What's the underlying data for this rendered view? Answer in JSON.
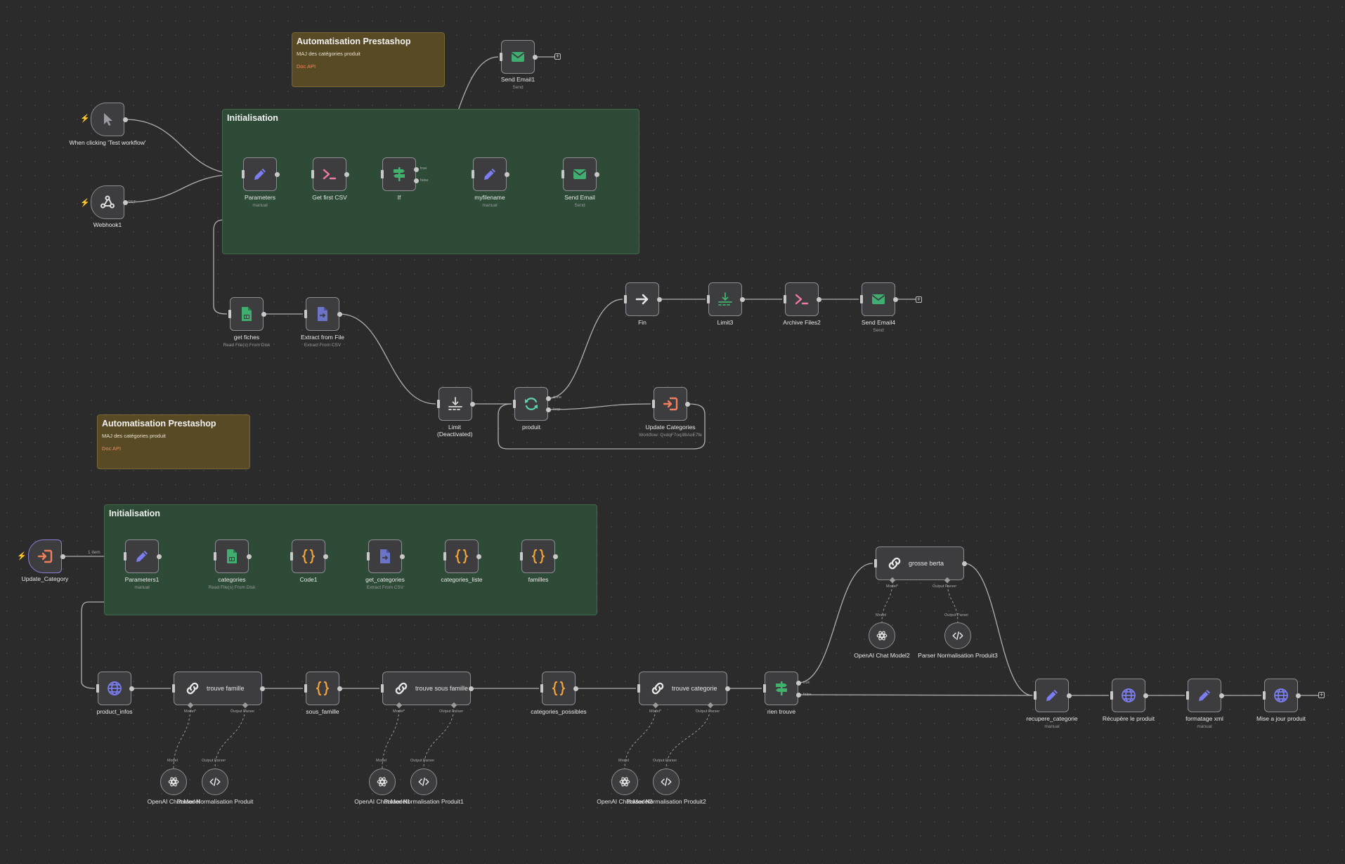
{
  "colors": {
    "canvas": "#2b2b2b",
    "sticky_yellow": "#574a25",
    "sticky_green": "#2d4b36",
    "node_bg": "#3d3d40",
    "node_border": "#8c8c92",
    "edge": "#a8a8a8",
    "accent_orange": "#f07f5a"
  },
  "stickies": [
    {
      "title": "Automatisation Prestashop",
      "text": "MAJ des catégories produit",
      "link": "Doc API"
    },
    {
      "title": "Initialisation"
    },
    {
      "title": "Automatisation Prestashop",
      "text": "MAJ des catégories produit",
      "link": "Doc API"
    },
    {
      "title": "Initialisation"
    }
  ],
  "nodes": {
    "manual_trigger": {
      "name": "When clicking 'Test workflow'",
      "icon": "cursor-icon"
    },
    "webhook1": {
      "name": "Webhook1",
      "icon": "webhook-icon",
      "port": "GET"
    },
    "parameters": {
      "name": "Parameters",
      "sub": "manual",
      "icon": "pencil-icon"
    },
    "get_first_csv": {
      "name": "Get first CSV",
      "icon": "terminal-icon"
    },
    "if": {
      "name": "If",
      "icon": "signpost-icon",
      "true_label": "true",
      "false_label": "false"
    },
    "myfilename": {
      "name": "myfilename",
      "sub": "manual",
      "icon": "pencil-icon"
    },
    "send_email": {
      "name": "Send Email",
      "sub": "Send",
      "icon": "envelope-icon"
    },
    "send_email1": {
      "name": "Send Email1",
      "sub": "Send",
      "icon": "envelope-icon"
    },
    "get_fiches": {
      "name": "get fiches",
      "sub": "Read File(s) From Disk",
      "icon": "file-read-icon"
    },
    "extract_from_file": {
      "name": "Extract from File",
      "sub": "Extract From CSV",
      "icon": "file-extract-icon"
    },
    "limit": {
      "name": "Limit (Deactivated)",
      "icon": "limit-icon"
    },
    "produit": {
      "name": "produit",
      "icon": "loop-icon",
      "done_label": "done",
      "loop_label": "loop"
    },
    "update_categories": {
      "name": "Update Categories",
      "sub": "Workflow: QxdqF7oq3BAoE7fe",
      "icon": "execute-workflow-icon"
    },
    "fin": {
      "name": "Fin",
      "icon": "arrow-right-icon"
    },
    "limit3": {
      "name": "Limit3",
      "icon": "limit-icon"
    },
    "archive_files2": {
      "name": "Archive Files2",
      "icon": "terminal-icon"
    },
    "send_email4": {
      "name": "Send Email4",
      "sub": "Send",
      "icon": "envelope-icon"
    },
    "update_category": {
      "name": "Update_Category",
      "icon": "workflow-trigger-icon",
      "edge_label": "1 item"
    },
    "parameters1": {
      "name": "Parameters1",
      "sub": "manual",
      "icon": "pencil-icon"
    },
    "categories": {
      "name": "categories",
      "sub": "Read File(s) From Disk",
      "icon": "file-read-icon"
    },
    "code1": {
      "name": "Code1",
      "icon": "code-braces-icon"
    },
    "get_categories": {
      "name": "get_categories",
      "sub": "Extract From CSV",
      "icon": "file-extract-icon"
    },
    "categories_liste": {
      "name": "categories_liste",
      "icon": "code-braces-icon"
    },
    "familles": {
      "name": "familles",
      "icon": "code-braces-icon"
    },
    "product_infos": {
      "name": "product_infos",
      "icon": "globe-icon"
    },
    "trouve_famille": {
      "name": "trouve famille",
      "icon": "chain-link-icon"
    },
    "sous_famille": {
      "name": "sous_famille",
      "icon": "code-braces-icon"
    },
    "trouve_sous_famille": {
      "name": "trouve sous famille",
      "icon": "chain-link-icon"
    },
    "categories_possibles": {
      "name": "categories_possibles",
      "icon": "code-braces-icon"
    },
    "trouve_categorie": {
      "name": "trouve categorie",
      "icon": "chain-link-icon"
    },
    "rien_trouve": {
      "name": "rien trouve",
      "icon": "signpost-icon",
      "true_label": "true",
      "false_label": "false"
    },
    "grosse_berta": {
      "name": "grosse berta",
      "icon": "chain-link-icon"
    },
    "recupere_categorie": {
      "name": "recupere_categorie",
      "sub": "manual",
      "icon": "pencil-icon"
    },
    "recupere_le_produit": {
      "name": "Récupère le produit",
      "icon": "globe-icon"
    },
    "formatage_xml": {
      "name": "formatage xml",
      "sub": "manual",
      "icon": "pencil-icon"
    },
    "mise_a_jour_produit": {
      "name": "Mise a jour produit",
      "icon": "globe-icon"
    }
  },
  "subnodes": {
    "openai_1": {
      "name": "OpenAI Chat Model",
      "icon": "openai-icon"
    },
    "parser_1": {
      "name": "Parser Normalisation Produit",
      "icon": "code-tag-icon"
    },
    "openai_2": {
      "name": "OpenAI Chat Model1",
      "icon": "openai-icon"
    },
    "parser_2": {
      "name": "Parser Normalisation Produit1",
      "icon": "code-tag-icon"
    },
    "openai_3": {
      "name": "OpenAI Chat Model3",
      "icon": "openai-icon"
    },
    "parser_3": {
      "name": "Parser Normalisation Produit2",
      "icon": "code-tag-icon"
    },
    "openai_4": {
      "name": "OpenAI Chat Model2",
      "icon": "openai-icon"
    },
    "parser_4": {
      "name": "Parser Normalisation Produit3",
      "icon": "code-tag-icon"
    }
  },
  "connectors": {
    "model_req": "Model*",
    "parser_req": "Output Parser",
    "model": "Model",
    "parser": "Output Parser"
  },
  "controls": {
    "add": "+"
  }
}
